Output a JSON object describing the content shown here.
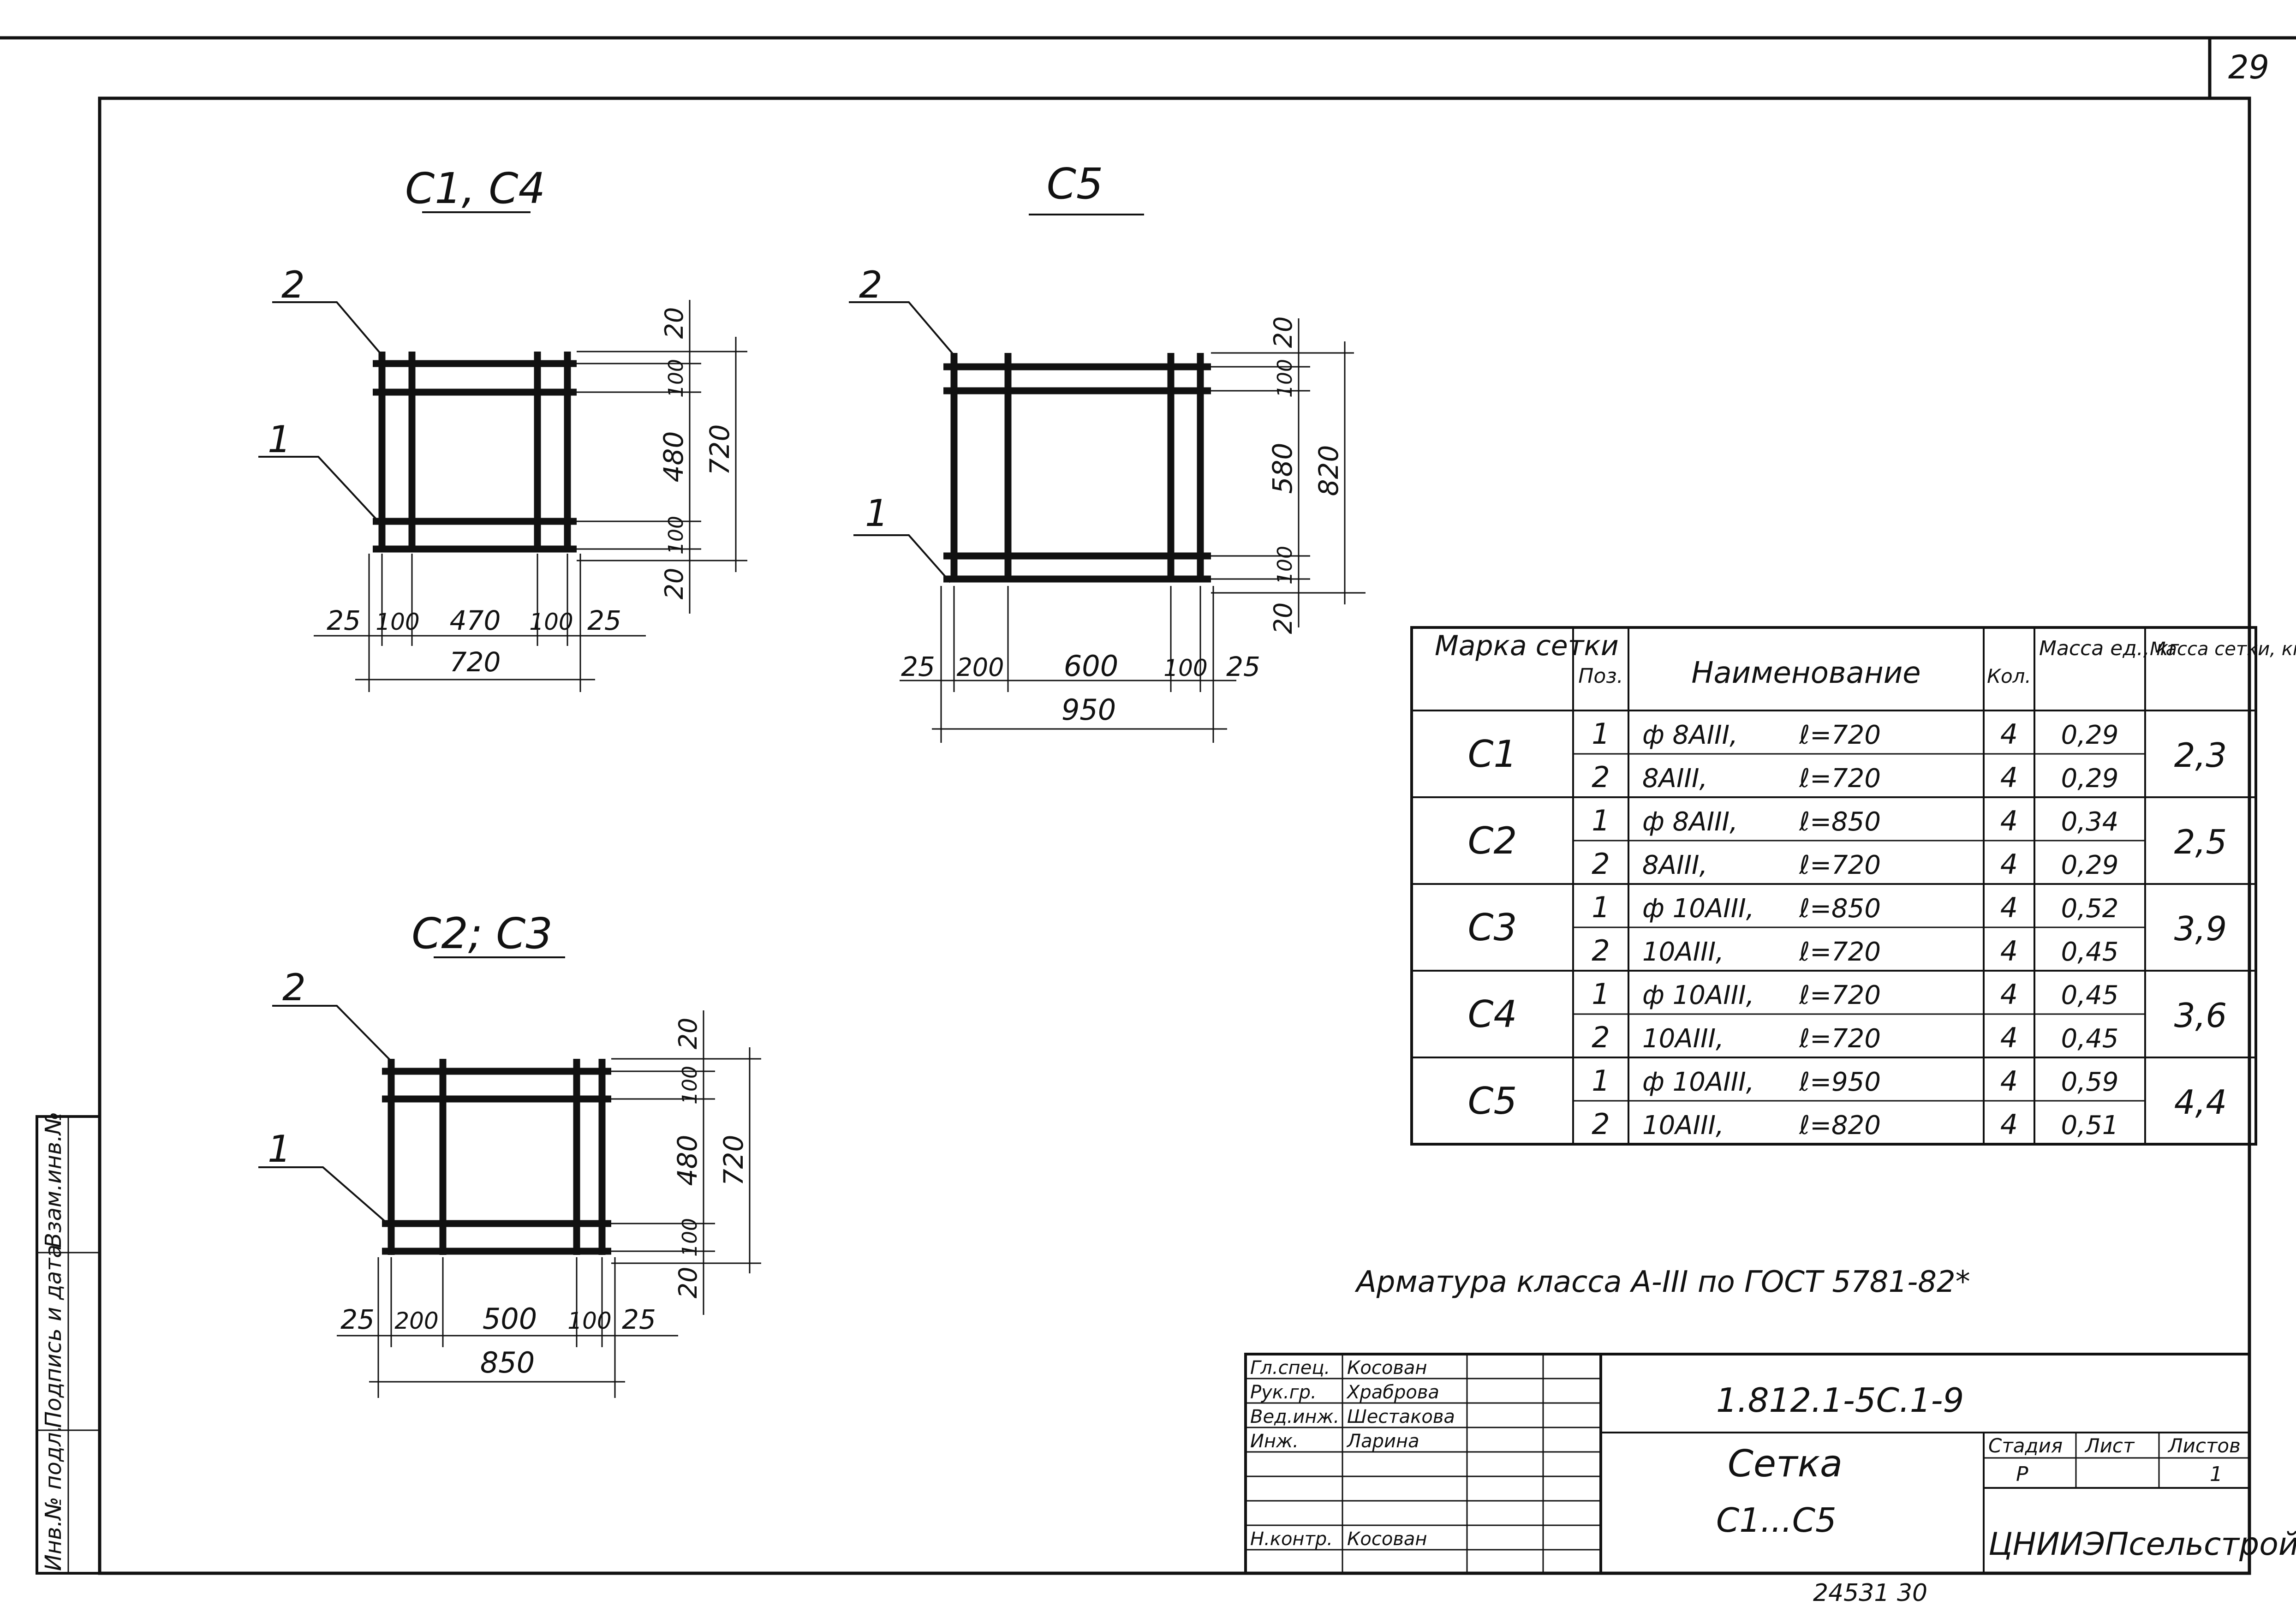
{
  "sheet_number": "29",
  "meshes": [
    {
      "title": "С1, С4",
      "labels": {
        "pos1": "1",
        "pos2": "2"
      },
      "horizontal_dims": [
        "25",
        "100",
        "470",
        "100",
        "25"
      ],
      "horizontal_total": "720",
      "vertical_dims": [
        "20",
        "100",
        "480",
        "100",
        "20"
      ],
      "vertical_total": "720"
    },
    {
      "title": "С5",
      "labels": {
        "pos1": "1",
        "pos2": "2"
      },
      "horizontal_dims": [
        "25",
        "200",
        "600",
        "100",
        "25"
      ],
      "horizontal_total": "950",
      "vertical_dims": [
        "20",
        "100",
        "580",
        "100",
        "20"
      ],
      "vertical_total": "820"
    },
    {
      "title": "С2; С3",
      "labels": {
        "pos1": "1",
        "pos2": "2"
      },
      "horizontal_dims": [
        "25",
        "200",
        "500",
        "100",
        "25"
      ],
      "horizontal_total": "850",
      "vertical_dims": [
        "20",
        "100",
        "480",
        "100",
        "20"
      ],
      "vertical_total": "720"
    }
  ],
  "table": {
    "headers": {
      "mark": "Марка сетки",
      "pos": "Поз.",
      "name": "Наименование",
      "qty": "Кол.",
      "unit_mass": "Масса ед., кг",
      "mesh_mass": "Масса сетки, кг"
    },
    "rows": [
      {
        "mark": "С1",
        "mesh_mass": "2,3",
        "items": [
          {
            "pos": "1",
            "name": "ф 8АIII,",
            "len": "ℓ=720",
            "qty": "4",
            "unit_mass": "0,29"
          },
          {
            "pos": "2",
            "name": "8АIII,",
            "len": "ℓ=720",
            "qty": "4",
            "unit_mass": "0,29"
          }
        ]
      },
      {
        "mark": "С2",
        "mesh_mass": "2,5",
        "items": [
          {
            "pos": "1",
            "name": "ф 8АIII,",
            "len": "ℓ=850",
            "qty": "4",
            "unit_mass": "0,34"
          },
          {
            "pos": "2",
            "name": "8АIII,",
            "len": "ℓ=720",
            "qty": "4",
            "unit_mass": "0,29"
          }
        ]
      },
      {
        "mark": "С3",
        "mesh_mass": "3,9",
        "items": [
          {
            "pos": "1",
            "name": "ф 10АIII,",
            "len": "ℓ=850",
            "qty": "4",
            "unit_mass": "0,52"
          },
          {
            "pos": "2",
            "name": "10АIII,",
            "len": "ℓ=720",
            "qty": "4",
            "unit_mass": "0,45"
          }
        ]
      },
      {
        "mark": "С4",
        "mesh_mass": "3,6",
        "items": [
          {
            "pos": "1",
            "name": "ф 10АIII,",
            "len": "ℓ=720",
            "qty": "4",
            "unit_mass": "0,45"
          },
          {
            "pos": "2",
            "name": "10АIII,",
            "len": "ℓ=720",
            "qty": "4",
            "unit_mass": "0,45"
          }
        ]
      },
      {
        "mark": "С5",
        "mesh_mass": "4,4",
        "items": [
          {
            "pos": "1",
            "name": "ф 10АIII,",
            "len": "ℓ=950",
            "qty": "4",
            "unit_mass": "0,59"
          },
          {
            "pos": "2",
            "name": "10АIII,",
            "len": "ℓ=820",
            "qty": "4",
            "unit_mass": "0,51"
          }
        ]
      }
    ]
  },
  "note": "Арматура класса А-III по ГОСТ 5781-82*",
  "title_block": {
    "code": "1.812.1-5С.1-9",
    "name_line1": "Сетка",
    "name_line2": "С1...С5",
    "stage_label": "Стадия",
    "sheet_label": "Лист",
    "sheets_label": "Листов",
    "stage": "Р",
    "sheets": "1",
    "organization": "ЦНИИЭПсельстрой",
    "people": [
      {
        "role": "Гл.спец.",
        "name": "Косован"
      },
      {
        "role": "Рук.гр.",
        "name": "Храброва"
      },
      {
        "role": "Вед.инж.",
        "name": "Шестакова"
      },
      {
        "role": "Инж.",
        "name": "Ларина"
      },
      {
        "role": "",
        "name": ""
      },
      {
        "role": "",
        "name": ""
      },
      {
        "role": "",
        "name": ""
      },
      {
        "role": "Н.контр.",
        "name": "Косован"
      }
    ]
  },
  "side_stamp": [
    "Инв.№ подл.",
    "Подпись и дата",
    "Взам.инв.№"
  ],
  "bottom_code": "24531   30"
}
